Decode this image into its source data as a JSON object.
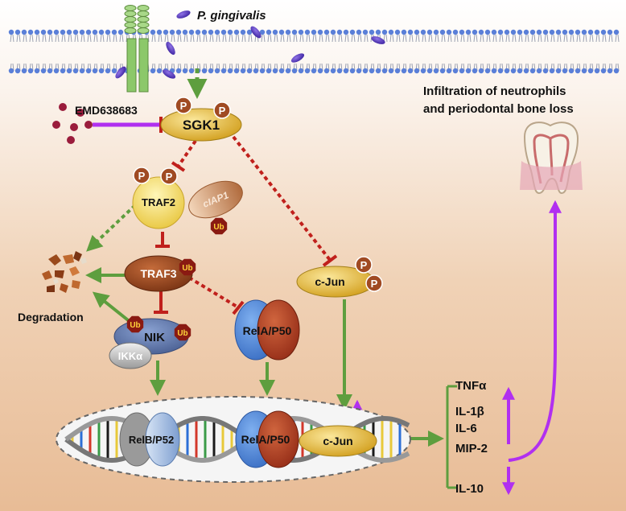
{
  "bacterium": "P. gingivalis",
  "inhibitor": "EMD638683",
  "p_badge": "P",
  "ub_badge": "Ub",
  "nodes": {
    "sgk1": "SGK1",
    "traf2": "TRAF2",
    "ciap1": "cIAP1",
    "traf3": "TRAF3",
    "cjun": "c-Jun",
    "nik": "NIK",
    "ikka": "IKKα",
    "rela_p50": "RelA/P50",
    "relb_p52": "RelB/P52"
  },
  "degradation": "Degradation",
  "outcome": [
    "Infiltration of neutrophils",
    "and periodontal bone loss"
  ],
  "cytokines_up": [
    "TNFα",
    "IL-1β",
    "IL-6",
    "MIP-2"
  ],
  "cytokine_down": "IL-10",
  "colors": {
    "gold": "#e0b63a",
    "traf3_brown": "#9b4a24",
    "p_badge": "#a04a22",
    "ub_badge": "#8a1a12",
    "inhibit_red": "#c0201c",
    "activate_green": "#5e9e3e",
    "magenta": "#b12ff0",
    "blue": "#4c86d6",
    "nik_blue": "#5670a6"
  }
}
